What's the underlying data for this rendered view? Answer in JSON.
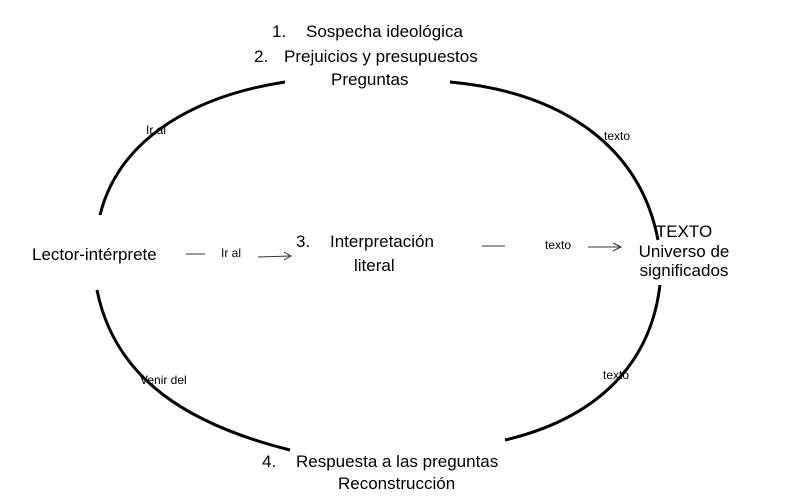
{
  "top": {
    "item1_num": "1.",
    "item1_text": "Sospecha ideológica",
    "item2_num": "2.",
    "item2_text": "Prejuicios y presupuestos",
    "item2_sub": "Preguntas"
  },
  "left": {
    "reader": "Lector-intérprete",
    "arc_top_label": "Ir al",
    "arc_bottom_label": "Venir del",
    "arrow_label": "Ir al"
  },
  "center": {
    "item3_num": "3.",
    "item3_line1": "Interpretación",
    "item3_line2": "literal",
    "arrow_label": "texto"
  },
  "right": {
    "title": "TEXTO",
    "line2": "Universo de",
    "line3": "significados",
    "arc_top_label": "texto",
    "arc_bottom_label": "texto"
  },
  "bottom": {
    "item4_num": "4.",
    "item4_text": "Respuesta a las preguntas",
    "item4_sub": "Reconstrucción"
  },
  "colors": {
    "line": "#000000",
    "arrow": "#333333"
  }
}
